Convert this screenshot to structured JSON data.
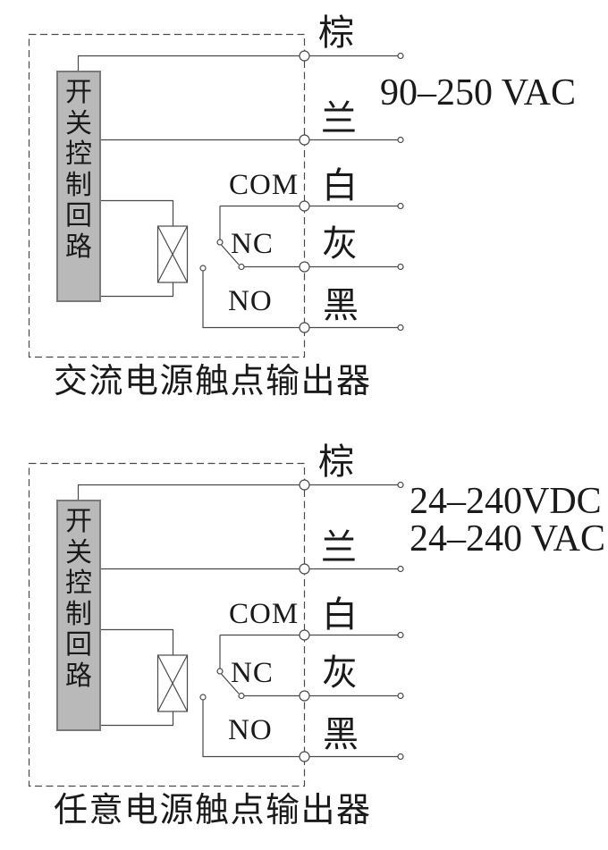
{
  "colors": {
    "background": "#ffffff",
    "line": "#4a4a4a",
    "control_box_fill": "#b9b9b9",
    "control_box_border": "#7a7a7a",
    "text": "#1a1a1a"
  },
  "diagrams": [
    {
      "caption": "交流电源触点输出器",
      "control_box_label": "开关控制回路",
      "voltage": {
        "line1": "90–250 VAC"
      },
      "wire_labels": {
        "brown": "棕",
        "blue": "兰",
        "white": "白",
        "gray": "灰",
        "black": "黑"
      },
      "contact_labels": {
        "com": "COM",
        "nc": "NC",
        "no": "NO"
      }
    },
    {
      "caption": "任意电源触点输出器",
      "control_box_label": "开关控制回路",
      "voltage": {
        "line1": "24–240VDC",
        "line2": "24–240 VAC"
      },
      "wire_labels": {
        "brown": "棕",
        "blue": "兰",
        "white": "白",
        "gray": "灰",
        "black": "黑"
      },
      "contact_labels": {
        "com": "COM",
        "nc": "NC",
        "no": "NO"
      }
    }
  ]
}
